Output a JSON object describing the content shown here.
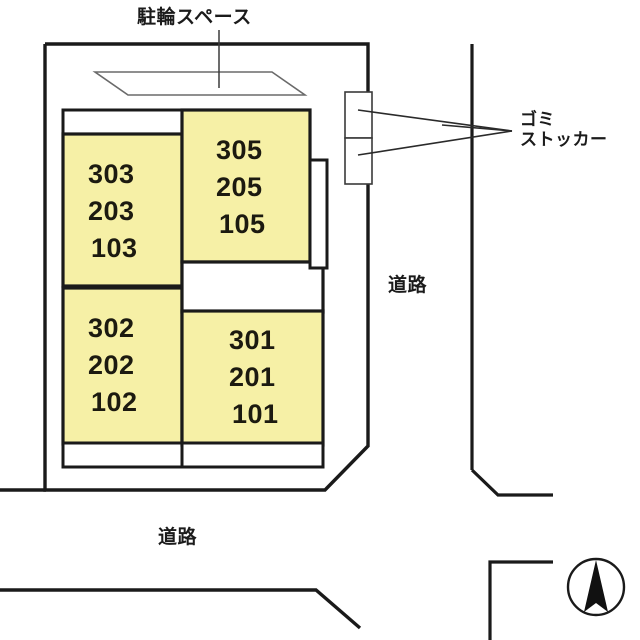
{
  "diagram": {
    "title_context": "apartment-site-plan",
    "colors": {
      "unit_fill": "#f6f0a6",
      "unit_stroke": "#1a1a1a",
      "site_stroke": "#1a1a1a",
      "thin_stroke": "#4a4a4a",
      "text": "#1b1b1b",
      "background": "#ffffff"
    }
  },
  "annotations": {
    "bicycle_space": "駐輪スペース",
    "trash_stocker_line1": "ゴミ",
    "trash_stocker_line2": "ストッカー",
    "road_right": "道路",
    "road_bottom": "道路"
  },
  "buildings": [
    {
      "id": "block-303",
      "lines": [
        "303",
        "203",
        "103"
      ]
    },
    {
      "id": "block-305",
      "lines": [
        "305",
        "205",
        "105"
      ]
    },
    {
      "id": "block-302",
      "lines": [
        "302",
        "202",
        "102"
      ]
    },
    {
      "id": "block-301",
      "lines": [
        "301",
        "201",
        "101"
      ]
    }
  ],
  "units": {
    "b303": {
      "l1": "303",
      "l2": "203",
      "l3": "103"
    },
    "b305": {
      "l1": "305",
      "l2": "205",
      "l3": "105"
    },
    "b302": {
      "l1": "302",
      "l2": "202",
      "l3": "102"
    },
    "b301": {
      "l1": "301",
      "l2": "201",
      "l3": "101"
    }
  },
  "compass": {
    "name": "north-arrow",
    "direction": "N"
  }
}
